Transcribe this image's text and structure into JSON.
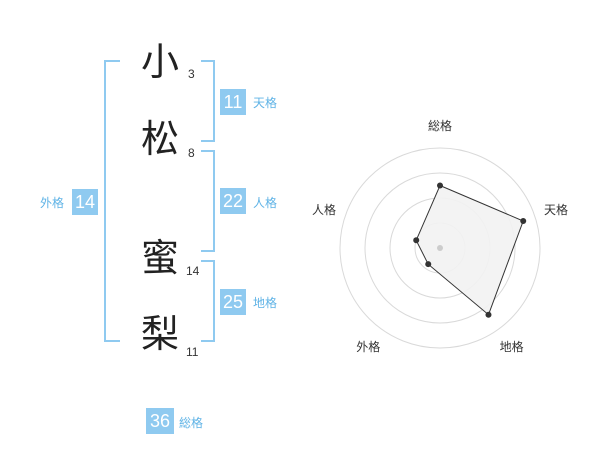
{
  "name": {
    "chars": [
      {
        "char": "小",
        "strokes": "3"
      },
      {
        "char": "松",
        "strokes": "8"
      },
      {
        "char": "蜜",
        "strokes": "14"
      },
      {
        "char": "梨",
        "strokes": "11"
      }
    ]
  },
  "kakusu": {
    "tenkaku": {
      "value": "11",
      "label": "天格"
    },
    "jinkaku": {
      "value": "22",
      "label": "人格"
    },
    "chikaku": {
      "value": "25",
      "label": "地格"
    },
    "gaikaku": {
      "value": "14",
      "label": "外格"
    },
    "soukaku": {
      "value": "36",
      "label": "総格"
    }
  },
  "colors": {
    "accent": "#8fcaf0",
    "accent_text": "#5fb3e6",
    "radar_fill": "#f2f2f2",
    "radar_stroke": "#333333",
    "grid": "#d9d9d9"
  },
  "chart_data": {
    "type": "radar",
    "axes": [
      "総格",
      "天格",
      "地格",
      "外格",
      "人格"
    ],
    "levels": 4,
    "range": [
      0,
      4
    ],
    "values": [
      2.5,
      3.5,
      3.3,
      0.8,
      1.0
    ],
    "grid": true
  }
}
